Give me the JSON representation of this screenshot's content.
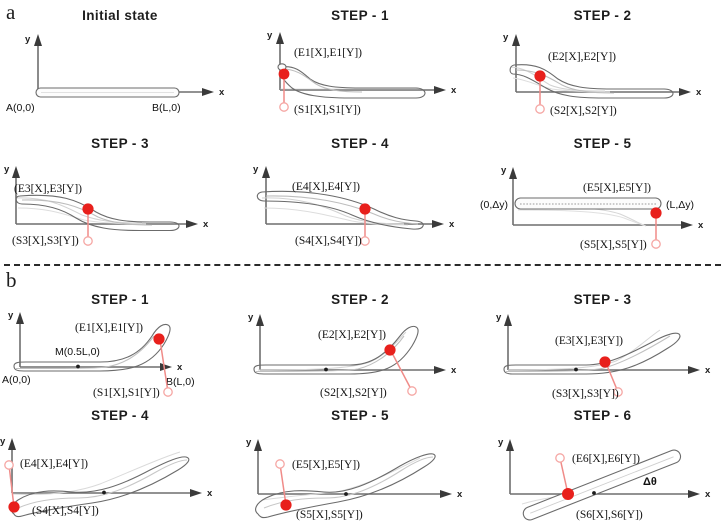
{
  "figure": {
    "panels": [
      {
        "id": "a",
        "letter": "a",
        "cells": [
          {
            "title": "Initial state",
            "axis_x": "x",
            "axis_y": "y",
            "labels": {
              "origin": "A(0,0)",
              "end": "B(L,0)"
            },
            "marker_labels": {}
          },
          {
            "title": "STEP - 1",
            "axis_x": "x",
            "axis_y": "y",
            "marker_labels": {
              "end_point": "(E1[X],E1[Y])",
              "start_point": "(S1[X],S1[Y])"
            }
          },
          {
            "title": "STEP - 2",
            "axis_x": "x",
            "axis_y": "y",
            "marker_labels": {
              "end_point": "(E2[X],E2[Y])",
              "start_point": "(S2[X],S2[Y])"
            }
          },
          {
            "title": "STEP - 3",
            "axis_x": "x",
            "axis_y": "y",
            "marker_labels": {
              "end_point": "(E3[X],E3[Y])",
              "start_point": "(S3[X],S3[Y])"
            }
          },
          {
            "title": "STEP - 4",
            "axis_x": "x",
            "axis_y": "y",
            "marker_labels": {
              "end_point": "(E4[X],E4[Y])",
              "start_point": "(S4[X],S4[Y])"
            }
          },
          {
            "title": "STEP - 5",
            "axis_x": "x",
            "axis_y": "y",
            "labels": {
              "left_offset": "(0,Δy)",
              "right_offset": "(L,Δy)"
            },
            "marker_labels": {
              "end_point": "(E5[X],E5[Y])",
              "start_point": "(S5[X],S5[Y])"
            }
          }
        ]
      },
      {
        "id": "b",
        "letter": "b",
        "cells": [
          {
            "title": "STEP - 1",
            "axis_x": "x",
            "axis_y": "y",
            "labels": {
              "origin": "A(0,0)",
              "middle": "M(0.5L,0)",
              "end": "B(L,0)"
            },
            "marker_labels": {
              "end_point": "(E1[X],E1[Y])",
              "start_point": "(S1[X],S1[Y])"
            }
          },
          {
            "title": "STEP - 2",
            "axis_x": "x",
            "axis_y": "y",
            "marker_labels": {
              "end_point": "(E2[X],E2[Y])",
              "start_point": "(S2[X],S2[Y])"
            }
          },
          {
            "title": "STEP - 3",
            "axis_x": "x",
            "axis_y": "y",
            "marker_labels": {
              "end_point": "(E3[X],E3[Y])",
              "start_point": "(S3[X],S3[Y])"
            }
          },
          {
            "title": "STEP - 4",
            "axis_x": "x",
            "axis_y": "y",
            "marker_labels": {
              "end_point": "(E4[X],E4[Y])",
              "start_point": "(S4[X],S4[Y])"
            }
          },
          {
            "title": "STEP - 5",
            "axis_x": "x",
            "axis_y": "y",
            "marker_labels": {
              "end_point": "(E5[X],E5[Y])",
              "start_point": "(S5[X],S5[Y])"
            }
          },
          {
            "title": "STEP - 6",
            "axis_x": "x",
            "axis_y": "y",
            "labels": {
              "angle": "Δθ"
            },
            "marker_labels": {
              "end_point": "(E6[X],E6[Y])",
              "start_point": "(S6[X],S6[Y])"
            }
          }
        ]
      }
    ],
    "colors": {
      "marker_fill": "#e8201c",
      "marker_line": "#f08b88",
      "rod_stroke": "#6b6b6b",
      "ghost_stroke": "#c9c9c9",
      "axis": "#6e6e6e",
      "text": "#1d1d1d"
    }
  }
}
